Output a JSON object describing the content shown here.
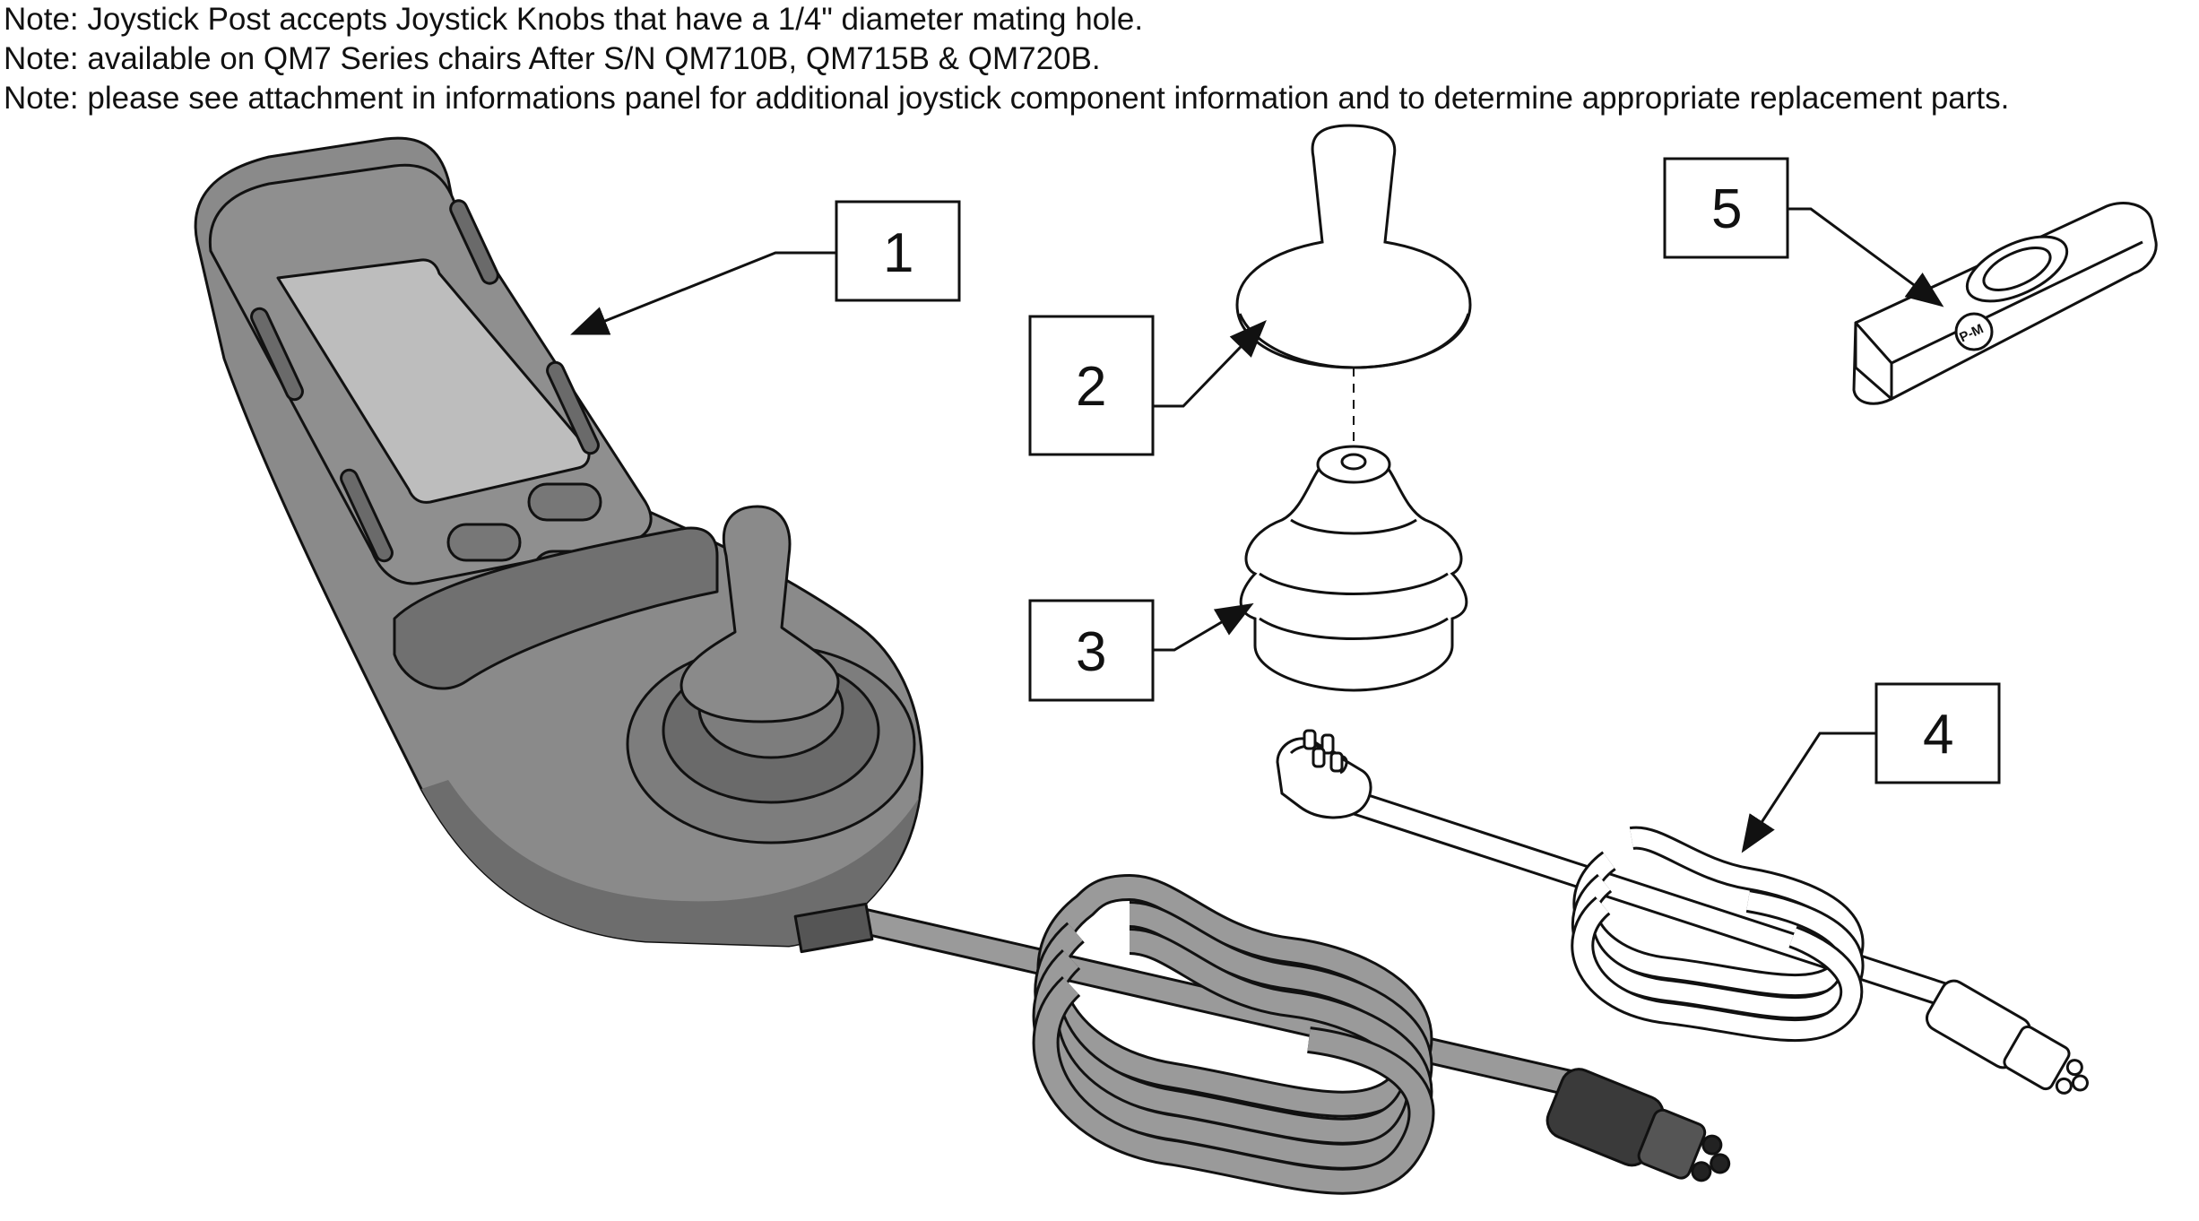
{
  "notes": [
    "Note: Joystick Post accepts Joystick Knobs that have a 1/4\" diameter mating hole.",
    "Note: available on QM7 Series chairs After S/N QM710B, QM715B & QM720B.",
    "Note: please see attachment in informations panel for additional joystick component information and to determine appropriate replacement parts."
  ],
  "callouts": [
    {
      "label": "1",
      "part": "joystick-controller"
    },
    {
      "label": "2",
      "part": "joystick-knob"
    },
    {
      "label": "3",
      "part": "joystick-boot"
    },
    {
      "label": "4",
      "part": "extension-cable"
    },
    {
      "label": "5",
      "part": "mode-switch-module"
    }
  ],
  "switch_module": {
    "pm_label": "P-M"
  },
  "colors": {
    "controller_body": "#8a8a8a",
    "controller_dark": "#5f5f5f",
    "screen": "#b9b9b9",
    "outline": "#111111",
    "white_part": "#ffffff"
  }
}
